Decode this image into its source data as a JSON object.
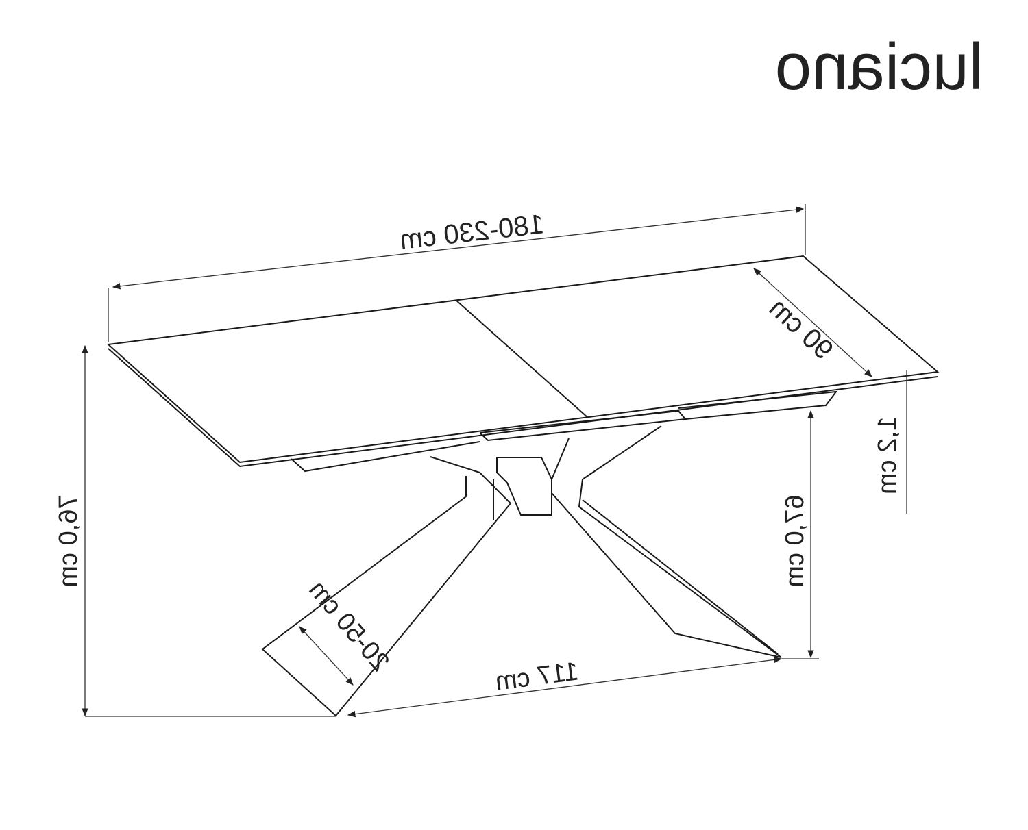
{
  "title": "luciano",
  "dimensions": {
    "length": "180-230 cm",
    "depth": "90 cm",
    "top_thickness": "1,2 cm",
    "clearance_height": "67,0 cm",
    "total_height": "76,0 cm",
    "base_length": "117 cm",
    "base_width": "20-50 cm"
  },
  "colors": {
    "line": "#1a1a1a",
    "background": "#ffffff"
  }
}
